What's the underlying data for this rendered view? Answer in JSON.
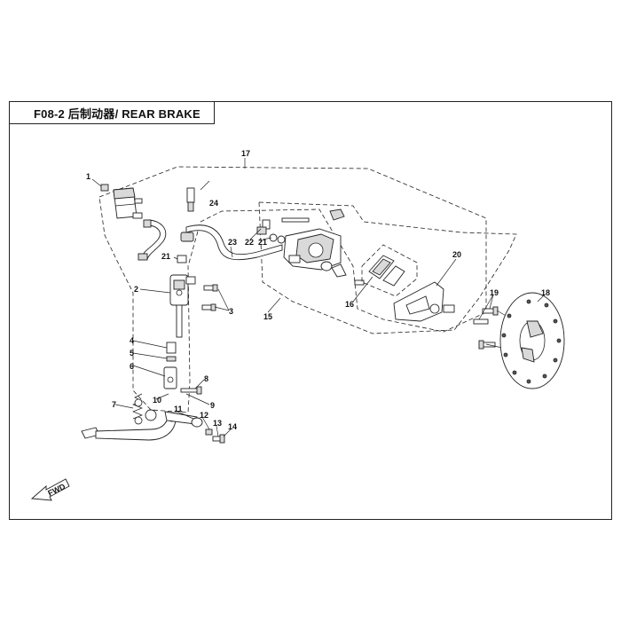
{
  "header": {
    "title": "F08-2 后制动器/ REAR BRAKE"
  },
  "callouts": {
    "c1": "1",
    "c2": "2",
    "c3": "3",
    "c4": "4",
    "c5": "5",
    "c6": "6",
    "c7": "7",
    "c8": "8",
    "c9": "9",
    "c10": "10",
    "c11": "11",
    "c12": "12",
    "c13": "13",
    "c14": "14",
    "c15": "15",
    "c16": "16",
    "c17": "17",
    "c18": "18",
    "c19": "19",
    "c20": "20",
    "c21a": "21",
    "c21b": "21",
    "c22": "22",
    "c23": "23",
    "c24": "24"
  },
  "fwd_label": "FWD"
}
